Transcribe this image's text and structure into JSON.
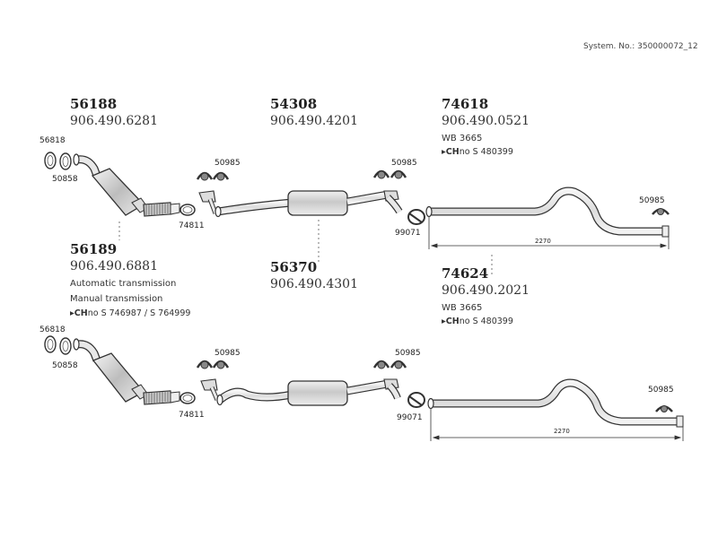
{
  "header": {
    "system_no": "System. No.: 350000072_12"
  },
  "groups": {
    "front1": {
      "part": "56188",
      "oem": "906.490.6281"
    },
    "mid1": {
      "part": "54308",
      "oem": "906.490.4201"
    },
    "rear1": {
      "part": "74618",
      "oem": "906.490.0521",
      "wb": "WB 3665",
      "ch_prefix": "CH",
      "ch_text": "no  S 480399"
    },
    "front2": {
      "part": "56189",
      "oem": "906.490.6881",
      "note1": "Automatic transmission",
      "note2": "Manual transmission",
      "ch_prefix": "CH",
      "ch_text": "no  S 746987 / S 764999"
    },
    "mid2": {
      "part": "56370",
      "oem": "906.490.4301"
    },
    "rear2": {
      "part": "74624",
      "oem": "906.490.2021",
      "wb": "WB 3665",
      "ch_prefix": "CH",
      "ch_text": "no  S 480399"
    }
  },
  "callouts": {
    "gasket": "56818",
    "ring": "50858",
    "clamp_a": "50985",
    "clamp_b": "50985",
    "clamp_c": "50985",
    "clamp_small": "74811",
    "clamp_rear": "99071"
  },
  "dimension": "2270",
  "colors": {
    "line": "#333333",
    "fill": "#e6e6e6",
    "shade": "#bdbdbd"
  }
}
